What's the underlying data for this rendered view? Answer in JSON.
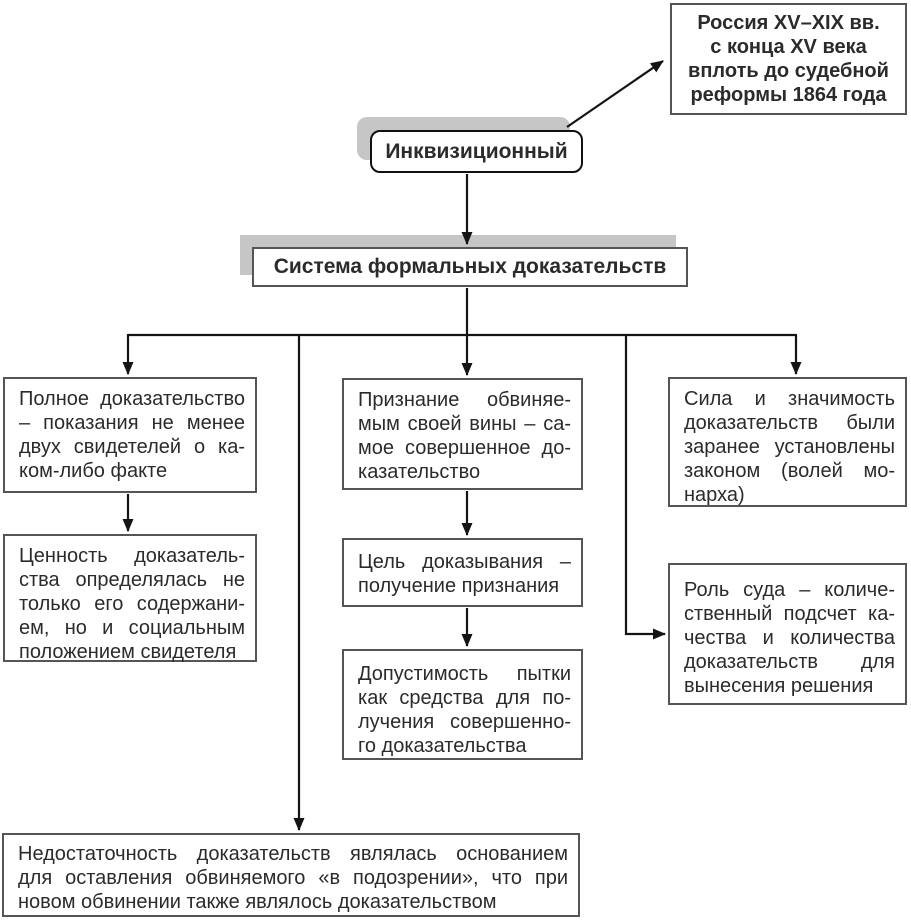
{
  "diagram": {
    "era": {
      "lines": [
        "Россия XV–XIX вв.",
        "с конца XV века",
        "вплоть до судебной",
        "реформы 1864 года"
      ]
    },
    "inquisitorial": {
      "label": "Инквизиционный"
    },
    "system": {
      "label": "Система формальных доказательств"
    },
    "full_proof": {
      "lines": [
        "Полное доказательство",
        "– показания не менее",
        "двух свидетелей о ка-",
        "ком-либо факте"
      ]
    },
    "witness_value": {
      "lines": [
        "Ценность доказатель-",
        "ства определялась не",
        "только его содержани-",
        "ем, но и социальным",
        "положением свидетеля"
      ]
    },
    "confession": {
      "lines": [
        "Признание обвиняе-",
        "мым своей вины – са-",
        "мое совершенное до-",
        "казательство"
      ]
    },
    "proof_goal": {
      "lines": [
        "Цель доказывания –",
        "получение признания"
      ]
    },
    "torture": {
      "lines": [
        "Допустимость пытки",
        "как средства для по-",
        "лучения совершенно-",
        "го доказательства"
      ]
    },
    "evidence_force": {
      "lines": [
        "Сила и значимость",
        "доказательств были",
        "заранее установлены",
        "законом (волей мо-",
        "нарха)"
      ]
    },
    "court_role": {
      "lines": [
        "Роль суда – количе-",
        "ственный подсчет ка-",
        "чества и количества",
        "доказательств для",
        "вынесения решения"
      ]
    },
    "insufficiency": {
      "lines": [
        "Недостаточность доказательств являлась основанием",
        "для оставления обвиняемого «в подозрении», что при",
        "новом обвинении также являлось доказательством"
      ]
    }
  },
  "colors": {
    "background": "#ffffff",
    "box_border": "#555555",
    "header_border": "#111111",
    "shadow": "#c6c6c6",
    "connector": "#141414",
    "text": "#2b2b2b"
  }
}
